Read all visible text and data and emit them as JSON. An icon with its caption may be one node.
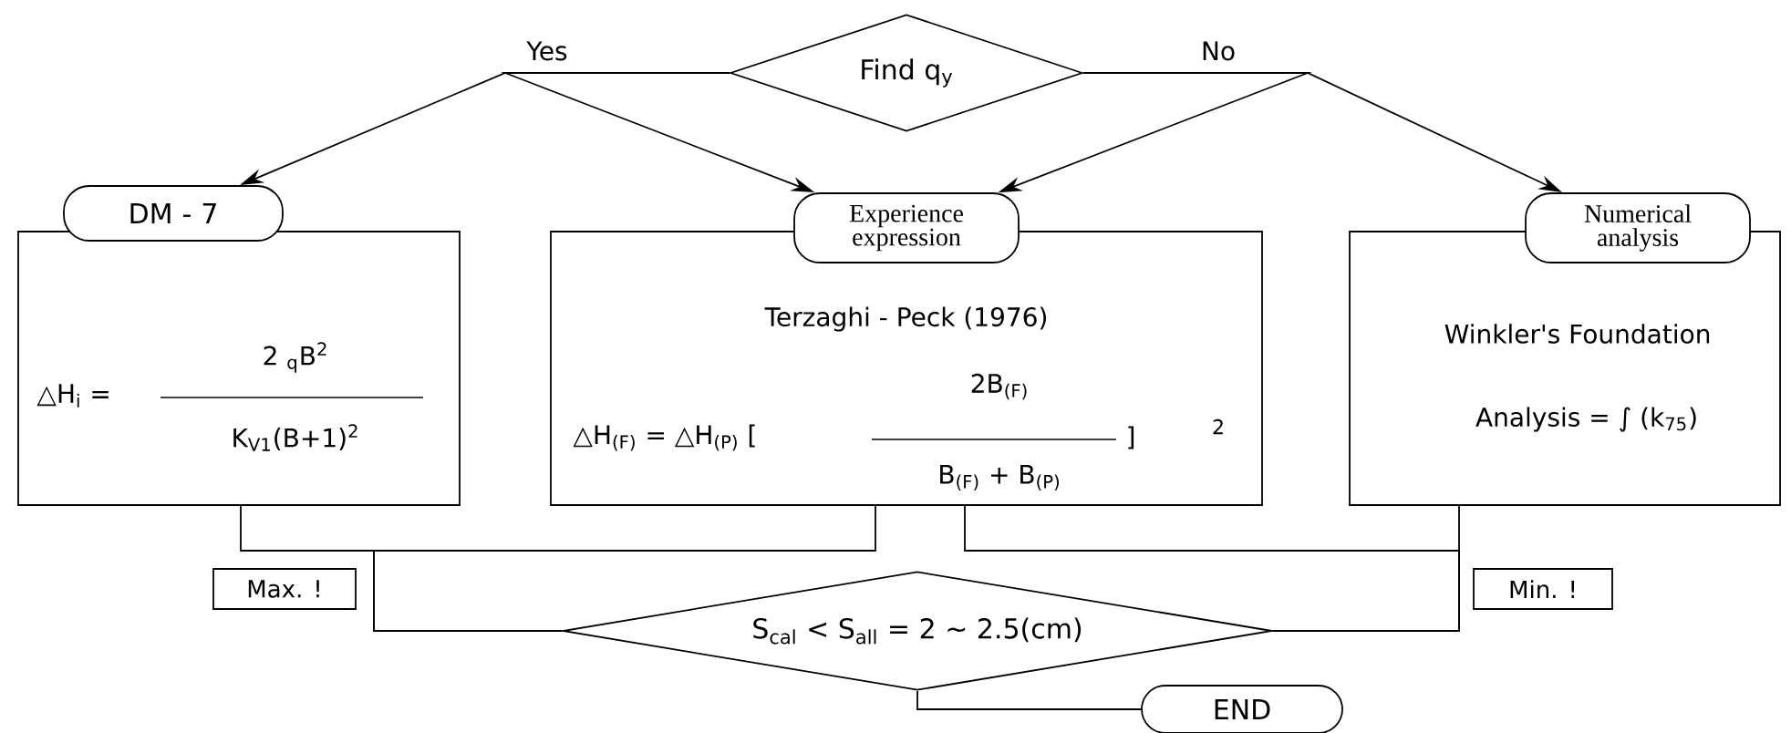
{
  "diagram": {
    "nodes": [
      {
        "text": [
          "Find q$_{y}$"
        ]
      },
      {
        "text": [
          "DM - 7"
        ]
      },
      {
        "text": [
          "△H$_{i}$ =",
          "2 $_{q}$B$^{2}$",
          "K$_{V1}$(B+1)$^{2}$"
        ]
      },
      {
        "text": [
          "Experience expression"
        ]
      },
      {
        "text": [
          "Terzaghi - Peck (1976)",
          "△H$_{(F)}$ = △H$_{(P)}$  [",
          "2B$_{(F)}$",
          "B$_{(F)}$ + B$_{(P)}$",
          "]",
          "2"
        ]
      },
      {
        "text": [
          "Numerical analysis"
        ]
      },
      {
        "text": [
          "Winkler's Foundation",
          "Analysis = ∫ (k$_{75}$)"
        ]
      },
      {
        "text": [
          "Max. !"
        ]
      },
      {
        "text": [
          "Min. !"
        ]
      },
      {
        "text": [
          "S$_{cal}$ < S$_{all}$ = 2 ~ 2.5(cm)"
        ]
      },
      {
        "text": [
          "END"
        ]
      }
    ],
    "edges": [
      {
        "from": 0,
        "to": 1,
        "arrow": "to",
        "label": "Yes"
      },
      {
        "from": 0,
        "to": 3,
        "arrow": "to"
      },
      {
        "from": 0,
        "to": 3,
        "arrow": "to",
        "label": "No"
      },
      {
        "from": 0,
        "to": 5,
        "arrow": "to"
      },
      {
        "from": 2,
        "to": 9,
        "arrow": "none"
      },
      {
        "from": 4,
        "to": 9,
        "arrow": "none"
      },
      {
        "from": 4,
        "to": 9,
        "arrow": "none"
      },
      {
        "from": 6,
        "to": 9,
        "arrow": "none"
      },
      {
        "from": 9,
        "to": 10,
        "arrow": "none"
      }
    ]
  }
}
